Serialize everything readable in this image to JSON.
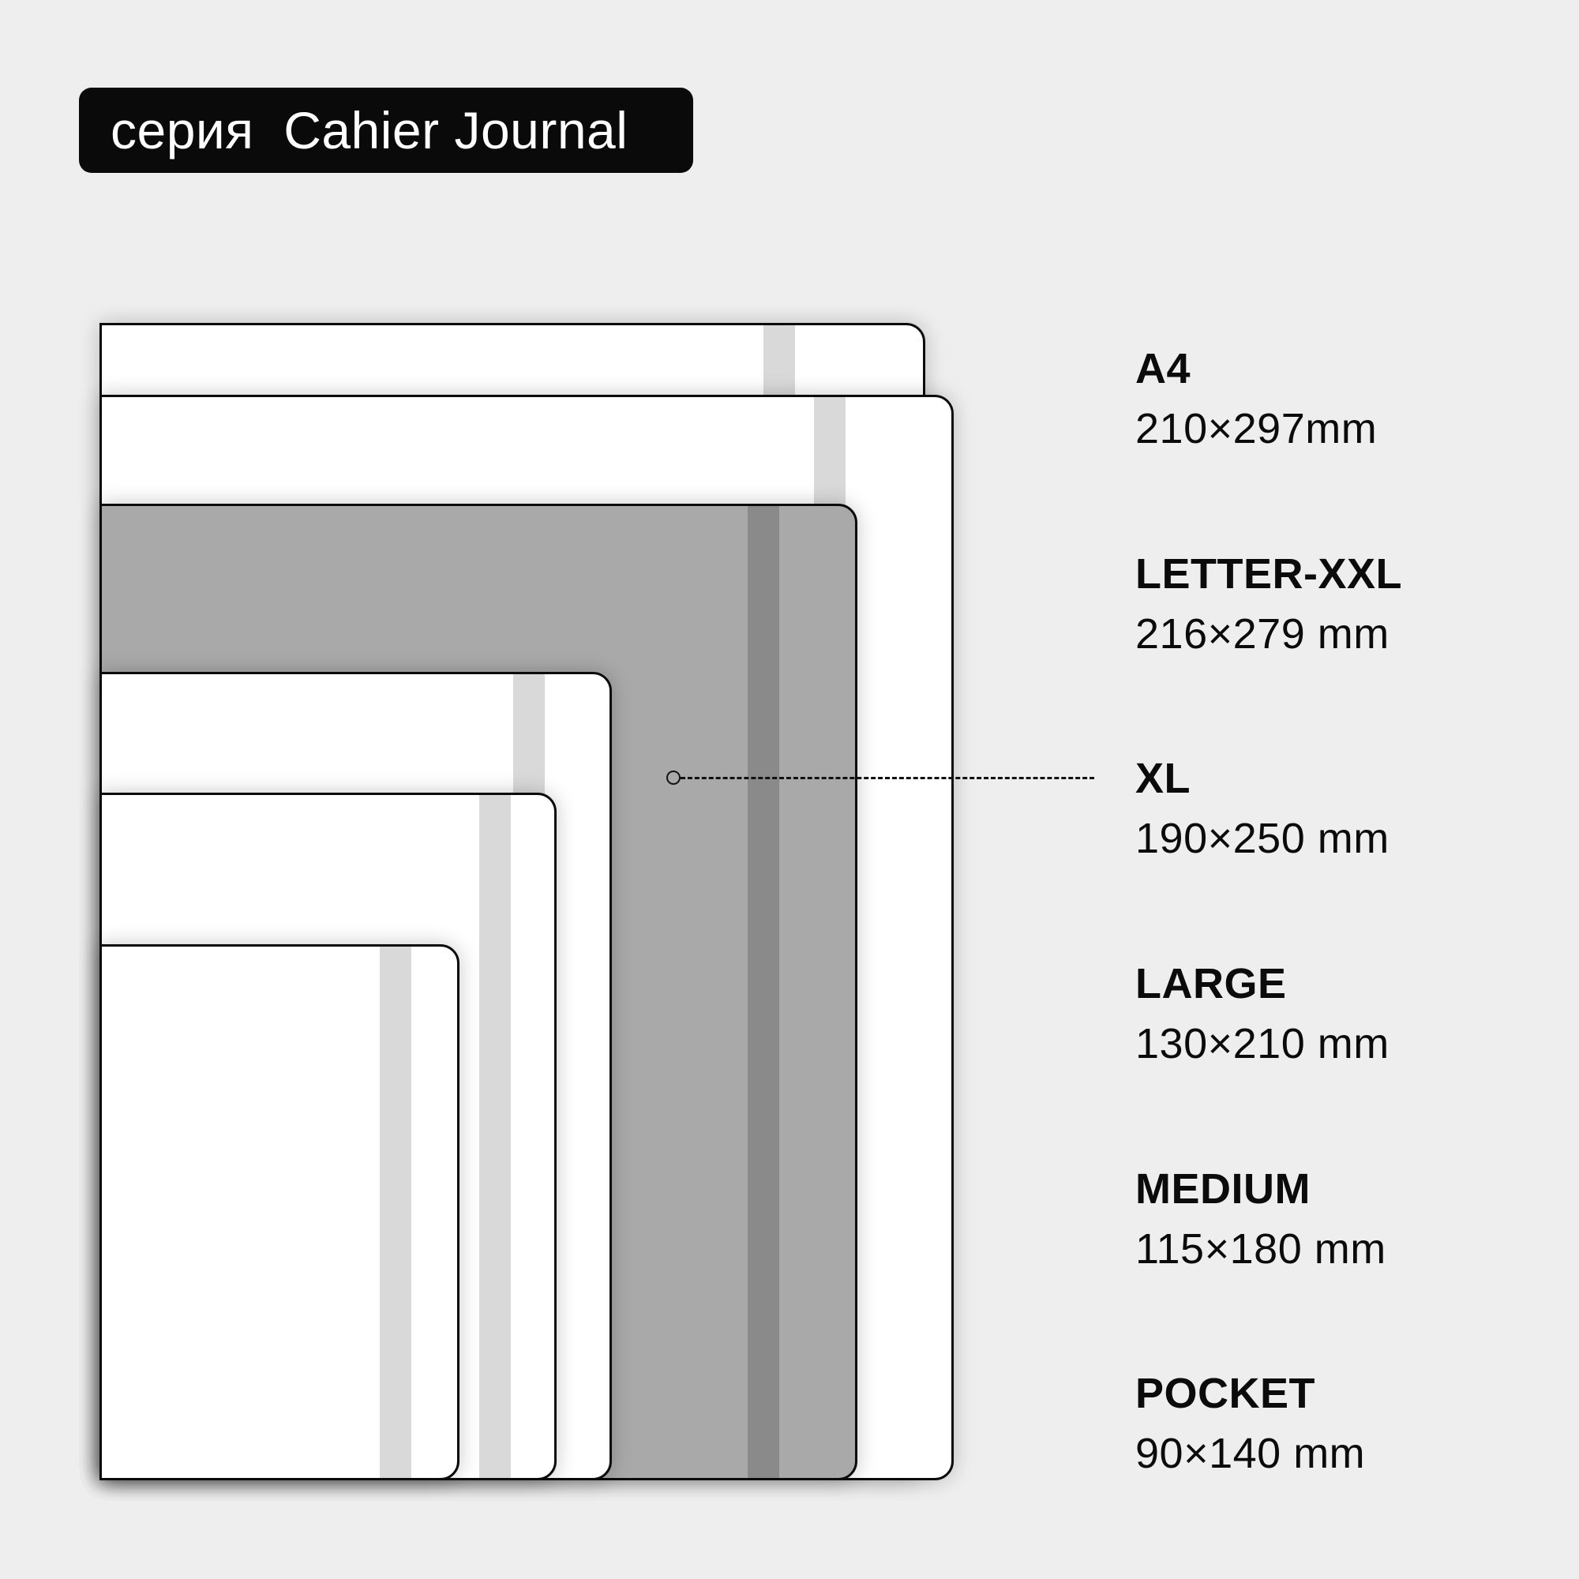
{
  "title": "серия  Cahier Journal",
  "colors": {
    "background": "#eeeeee",
    "title_bg": "#0a0a0a",
    "title_text": "#ffffff",
    "notebook_white": "#ffffff",
    "notebook_band_light": "#d9d9d9",
    "notebook_highlight": "#a9a9a9",
    "notebook_band_dark": "#8a8a8a",
    "outline": "#0b0b0b"
  },
  "sizes": [
    {
      "name": "A4",
      "dimensions": "210×297mm"
    },
    {
      "name": "LETTER-XXL",
      "dimensions": "216×279 mm"
    },
    {
      "name": "XL",
      "dimensions": "190×250 mm",
      "highlighted": true
    },
    {
      "name": "LARGE",
      "dimensions": "130×210 mm"
    },
    {
      "name": "MEDIUM",
      "dimensions": "115×180 mm"
    },
    {
      "name": "POCKET",
      "dimensions": "90×140 mm"
    }
  ]
}
